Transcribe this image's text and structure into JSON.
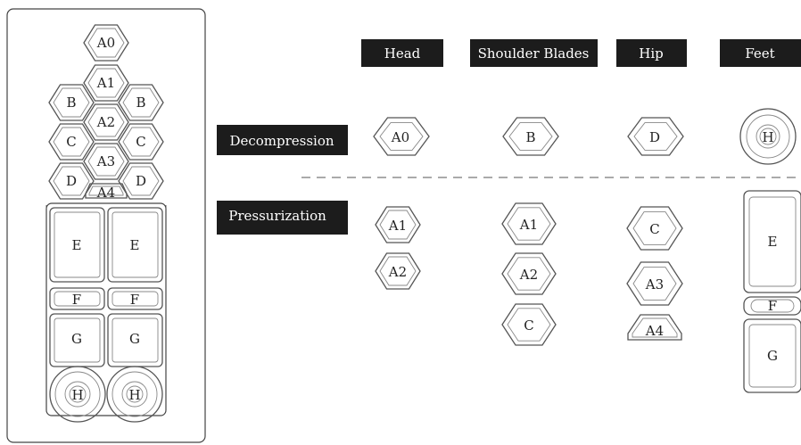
{
  "columns": [
    "Head",
    "Shoulder Blades",
    "Hip",
    "Feet"
  ],
  "rows": [
    "Decompression",
    "Pressurization"
  ],
  "mattress": {
    "hexagons": [
      "A0",
      "A1",
      "B",
      "B",
      "A2",
      "C",
      "C",
      "A3",
      "D",
      "D",
      "A4"
    ],
    "rects": [
      "E",
      "E",
      "F",
      "F",
      "G",
      "G"
    ],
    "circles": [
      "H",
      "H"
    ]
  },
  "decompression": {
    "head": [
      "A0"
    ],
    "shoulder_blades": [
      "B"
    ],
    "hip": [
      "D"
    ],
    "feet": [
      "H"
    ]
  },
  "pressurization": {
    "head": [
      "A1",
      "A2"
    ],
    "shoulder_blades": [
      "A1",
      "A2",
      "C"
    ],
    "hip": [
      "C",
      "A3",
      "A4"
    ],
    "feet": [
      "E",
      "F",
      "G"
    ]
  },
  "colors": {
    "header_bg": "#1c1c1c",
    "stroke": "#555555",
    "dashed": "#777777"
  }
}
